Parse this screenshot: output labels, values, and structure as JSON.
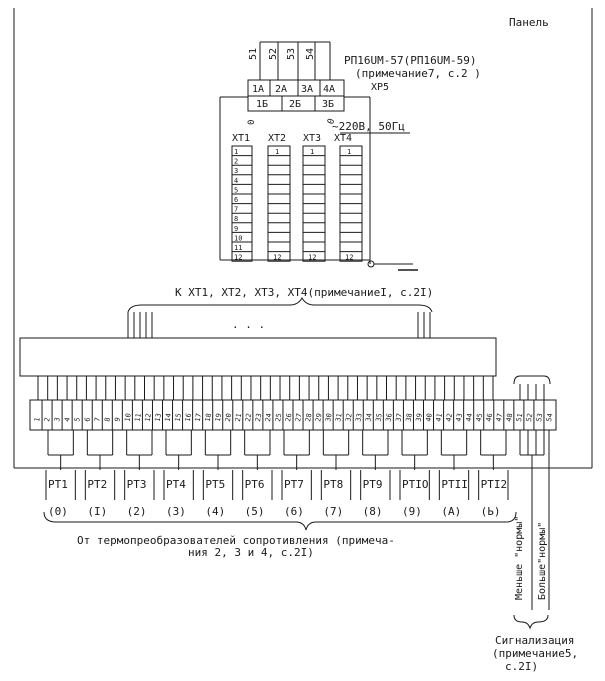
{
  "panel": {
    "label": "Панель"
  },
  "relay": {
    "wire_numbers": [
      "51",
      "52",
      "53",
      "54"
    ],
    "model": "РП16UМ-57(РП16UМ-59)",
    "note": "(примечание7, с.2 )",
    "designator": "ХР5",
    "contacts_top": [
      "1А",
      "2А",
      "3А",
      "4А"
    ],
    "contacts_bottom": [
      "1Б",
      "2Б",
      "3Б"
    ],
    "left_mark": "0",
    "right_mark": "0",
    "power": "~220В, 50Гц"
  },
  "terminal_blocks": {
    "names": [
      "ХТ1",
      "ХТ2",
      "ХТ3",
      "ХТ4"
    ],
    "xt1_numbers": [
      "1",
      "2",
      "3",
      "4",
      "5",
      "6",
      "7",
      "8",
      "9",
      "10",
      "11",
      "12"
    ],
    "first_label": "1",
    "last_label": "12"
  },
  "connection_label": "К ХТ1, ХТ2, ХТ3, ХТ4(примечаниеI, с.2I)",
  "dots": ".   .   .",
  "bottom_terminals": [
    "1",
    "2",
    "3",
    "4",
    "5",
    "6",
    "7",
    "8",
    "9",
    "10",
    "11",
    "12",
    "13",
    "14",
    "15",
    "16",
    "17",
    "18",
    "19",
    "20",
    "21",
    "22",
    "23",
    "24",
    "25",
    "26",
    "27",
    "28",
    "29",
    "30",
    "31",
    "32",
    "33",
    "34",
    "35",
    "36",
    "37",
    "38",
    "39",
    "40",
    "41",
    "42",
    "43",
    "44",
    "45",
    "46",
    "47",
    "48",
    "51",
    "52",
    "53",
    "54"
  ],
  "sensors": [
    {
      "name": "РТ1",
      "channel": "0"
    },
    {
      "name": "РТ2",
      "channel": "I"
    },
    {
      "name": "РТ3",
      "channel": "2"
    },
    {
      "name": "РТ4",
      "channel": "3"
    },
    {
      "name": "РТ5",
      "channel": "4"
    },
    {
      "name": "РТ6",
      "channel": "5"
    },
    {
      "name": "РТ7",
      "channel": "6"
    },
    {
      "name": "РТ8",
      "channel": "7"
    },
    {
      "name": "РТ9",
      "channel": "8"
    },
    {
      "name": "РТIО",
      "channel": "9"
    },
    {
      "name": "РТII",
      "channel": "А"
    },
    {
      "name": "РТI2",
      "channel": "Ь"
    }
  ],
  "sensors_caption": {
    "line1": "От термопреобразователей сопротивления (примеча-",
    "line2": "ния 2, 3 и 4, с.2I)"
  },
  "signal_labels": {
    "less": "Меньше \"нормы\"",
    "more": "Больше\"нормы\""
  },
  "signalization": {
    "line1": "Сигнализация",
    "line2": "(примечание5,",
    "line3": "с.2I)"
  }
}
